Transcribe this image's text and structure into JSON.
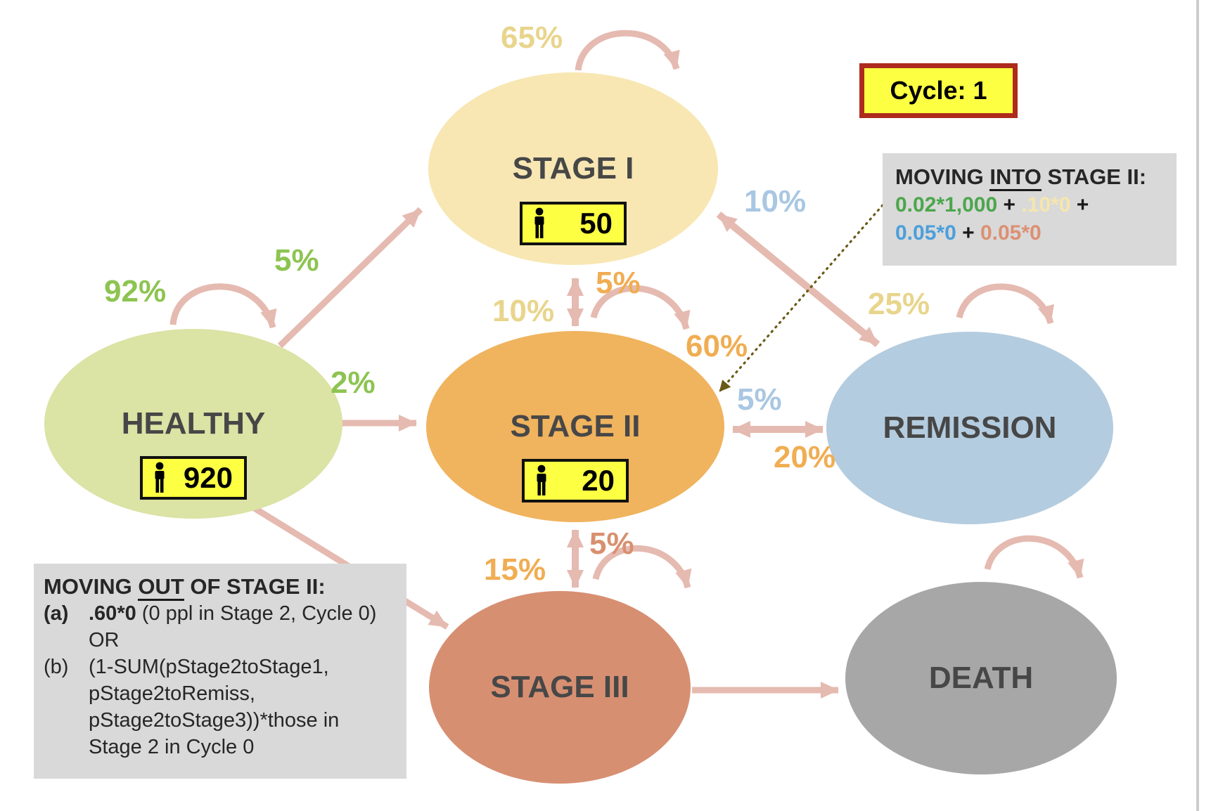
{
  "cycle": {
    "label": "Cycle: 1"
  },
  "states": {
    "healthy": {
      "label": "HEALTHY",
      "count": "920"
    },
    "stage1": {
      "label": "STAGE I",
      "count": "50"
    },
    "stage2": {
      "label": "STAGE II",
      "count": "20"
    },
    "stage3": {
      "label": "STAGE III"
    },
    "remission": {
      "label": "REMISSION"
    },
    "death": {
      "label": "DEATH"
    }
  },
  "transitions": {
    "healthy_self": "92%",
    "healthy_to_stage1": "5%",
    "healthy_to_stage2": "2%",
    "stage1_self": "65%",
    "stage1_to_stage2": "10%",
    "stage2_to_stage1": "5%",
    "stage2_self": "60%",
    "remission_to_stage1": "10%",
    "remission_self": "25%",
    "remission_to_stage2": "5%",
    "stage2_to_remission": "20%",
    "stage2_to_stage3": "15%",
    "stage3_to_stage2": "5%"
  },
  "into_note": {
    "title": [
      "MOVING ",
      "INTO",
      " STAGE II:"
    ],
    "line1": [
      "0.02*1,000",
      " + ",
      ".10*0",
      " +"
    ],
    "line2": [
      "0.05*0",
      " + ",
      "0.05*0"
    ]
  },
  "out_note": {
    "title": [
      "MOVING ",
      "OUT",
      " OF STAGE II:"
    ],
    "a_label": "(a)",
    "a_bold": ".60*0",
    "a_rest": " (0 ppl in Stage 2, Cycle 0)",
    "or": "OR",
    "b_label": "(b)",
    "b_lines": [
      "(1-SUM(pStage2toStage1,",
      "pStage2toRemiss,",
      "pStage2toStage3))*those in",
      "Stage 2 in Cycle 0"
    ]
  },
  "icons": {
    "person": "person-icon"
  },
  "palette": {
    "healthy_fill": "#dbe3a5",
    "stage1_fill": "#f8e7b3",
    "stage2_fill": "#f0b35e",
    "stage3_fill": "#d78f72",
    "remission_fill": "#b4ccdf",
    "death_fill": "#a7a7a7",
    "arrow_pink": "#e5bab0",
    "pct_green": "#8dc451",
    "pct_gold": "#e8d58c",
    "pct_orange": "#f0ad52",
    "pct_blue": "#a9c7e2",
    "pct_salmon": "#d8906f",
    "formula_green": "#4ca64c",
    "formula_gold": "#f5e6ad",
    "formula_blue": "#4b9fdb",
    "formula_salmon": "#dd9073",
    "note_bg": "#d9d9d9",
    "count_box_bg": "#fdff43",
    "cycle_border": "#ae2a1c",
    "dotted_arrow": "#6a5a18"
  }
}
